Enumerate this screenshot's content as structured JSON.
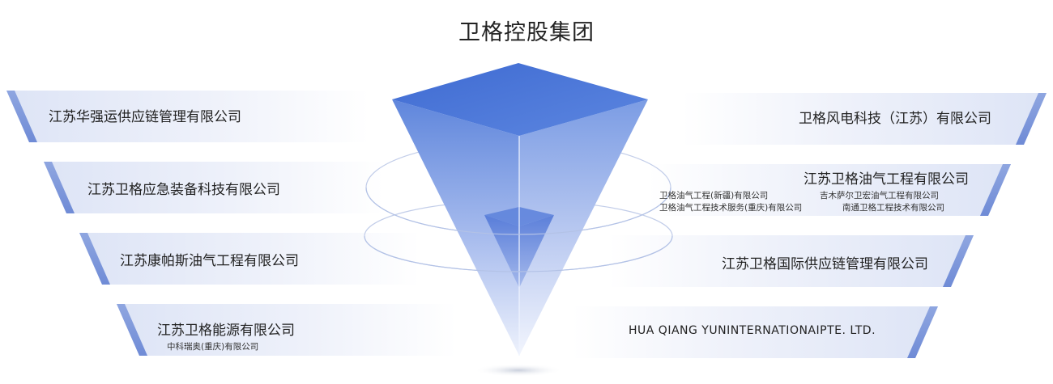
{
  "title": "卫格控股集团",
  "left_companies": [
    {
      "name": "江苏华强运供应链管理有限公司"
    },
    {
      "name": "江苏卫格应急装备科技有限公司"
    },
    {
      "name": "江苏康帕斯油气工程有限公司"
    },
    {
      "name": "江苏卫格能源有限公司",
      "subs": [
        "中科瑞奥(重庆)有限公司"
      ]
    }
  ],
  "right_companies": [
    {
      "name": "卫格风电科技（江苏）有限公司"
    },
    {
      "name": "江苏卫格油气工程有限公司",
      "subs": [
        "卫格油气工程(新疆)有限公司",
        "吉木萨尔卫宏油气工程有限公司",
        "卫格油气工程技术服务(重庆)有限公司",
        "南通卫格工程技术有限公司"
      ]
    },
    {
      "name": "江苏卫格国际供应链管理有限公司"
    },
    {
      "name": "HUA QIANG YUNINTERNATIONAIPTE. LTD."
    }
  ],
  "colors": {
    "band": "#e6ebf8",
    "edge": "#7d97da",
    "pyramid_top": "#3c68d0",
    "pyramid_face": "#8aa4e4",
    "ring": "#b9c6e6"
  }
}
